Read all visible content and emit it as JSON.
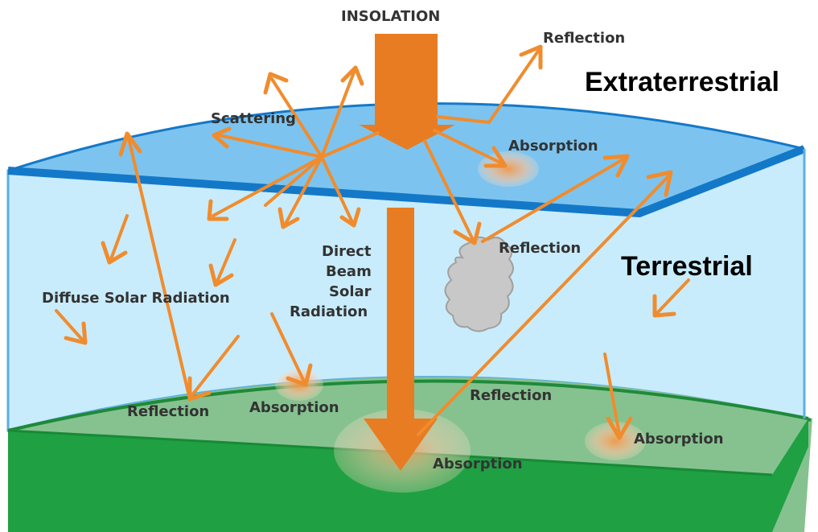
{
  "labels": {
    "insolation": "INSOLATION",
    "reflection_top": "Reflection",
    "extraterrestrial": "Extraterrestrial",
    "scattering": "Scattering",
    "absorption_upper": "Absorption",
    "reflection_cloud": "Reflection",
    "terrestrial": "Terrestrial",
    "direct_line1": "Direct",
    "direct_line2": "Beam",
    "direct_line3": "Solar",
    "direct_line4": "Radiation",
    "diffuse": "Diffuse Solar Radiation",
    "reflection_ground_left": "Reflection",
    "absorption_ground_left": "Absorption",
    "reflection_ground_mid": "Reflection",
    "absorption_ground_center": "Absorption",
    "absorption_ground_right": "Absorption"
  },
  "colors": {
    "sky_top": "#7cc4ef",
    "sky_edge": "#1478c8",
    "atmosphere": "#c8ecfb",
    "atmosphere_edge": "#5ab0e0",
    "ground": "#86c28f",
    "ground_edge": "#1e8a3a",
    "ground_side": "#1fa043",
    "arrow": "#f08c2e",
    "cloud": "#c8c8c8"
  }
}
